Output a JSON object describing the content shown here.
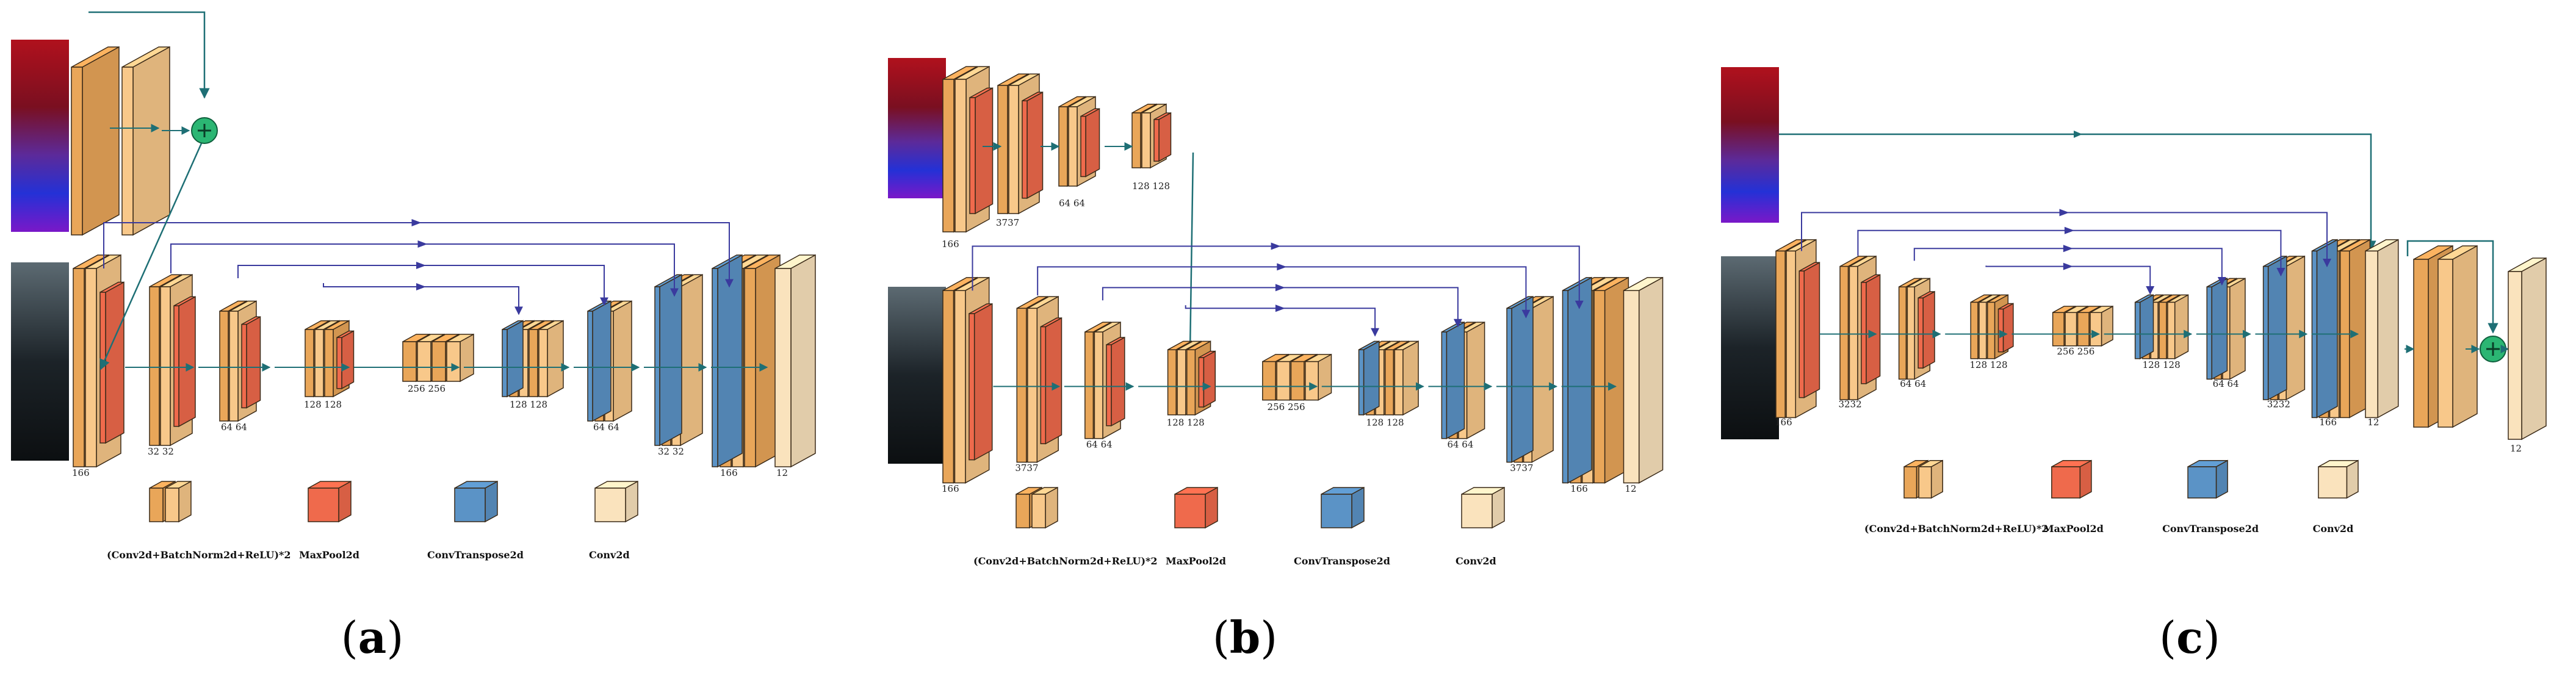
{
  "colors": {
    "conv_block": "#f8c88a",
    "conv_block_dark": "#e9a659",
    "maxpool": "#ef6a4c",
    "conv_transpose": "#5b93c6",
    "conv2d": "#fae3bd",
    "skip_arrow": "#3a3a9e",
    "main_arrow": "#1e6f75",
    "add_node": "#2bb673"
  },
  "legend": {
    "conv_block_label": "(Conv2d+BatchNorm2d+ReLU)*2",
    "maxpool_label": "MaxPool2d",
    "conv_transpose_label": "ConvTranspose2d",
    "conv2d_label": "Conv2d"
  },
  "panels": [
    {
      "caption": "a",
      "channels": {
        "enc1": "166",
        "enc2": "32 32",
        "enc3": "64 64",
        "enc4": "128 128",
        "bottleneck": "256 256",
        "dec4": "128 128",
        "dec3": "64 64",
        "dec2": "32 32",
        "dec1": "166",
        "out": "12"
      }
    },
    {
      "caption": "b",
      "channels": {
        "aux1": "166",
        "aux2": "3737",
        "aux3": "64 64",
        "aux4": "128 128",
        "enc1": "166",
        "enc2": "3737",
        "enc3": "64 64",
        "enc4": "128 128",
        "bottleneck": "256 256",
        "dec4": "128 128",
        "dec3": "64 64",
        "dec2": "3737",
        "dec1": "166",
        "out": "12"
      }
    },
    {
      "caption": "c",
      "channels": {
        "enc1": "166",
        "enc2": "3232",
        "enc3": "64 64",
        "enc4": "128 128",
        "bottleneck": "256 256",
        "dec4": "128 128",
        "dec3": "64 64",
        "dec2": "3232",
        "dec1": "166",
        "out1": "12",
        "out": "12"
      }
    }
  ]
}
